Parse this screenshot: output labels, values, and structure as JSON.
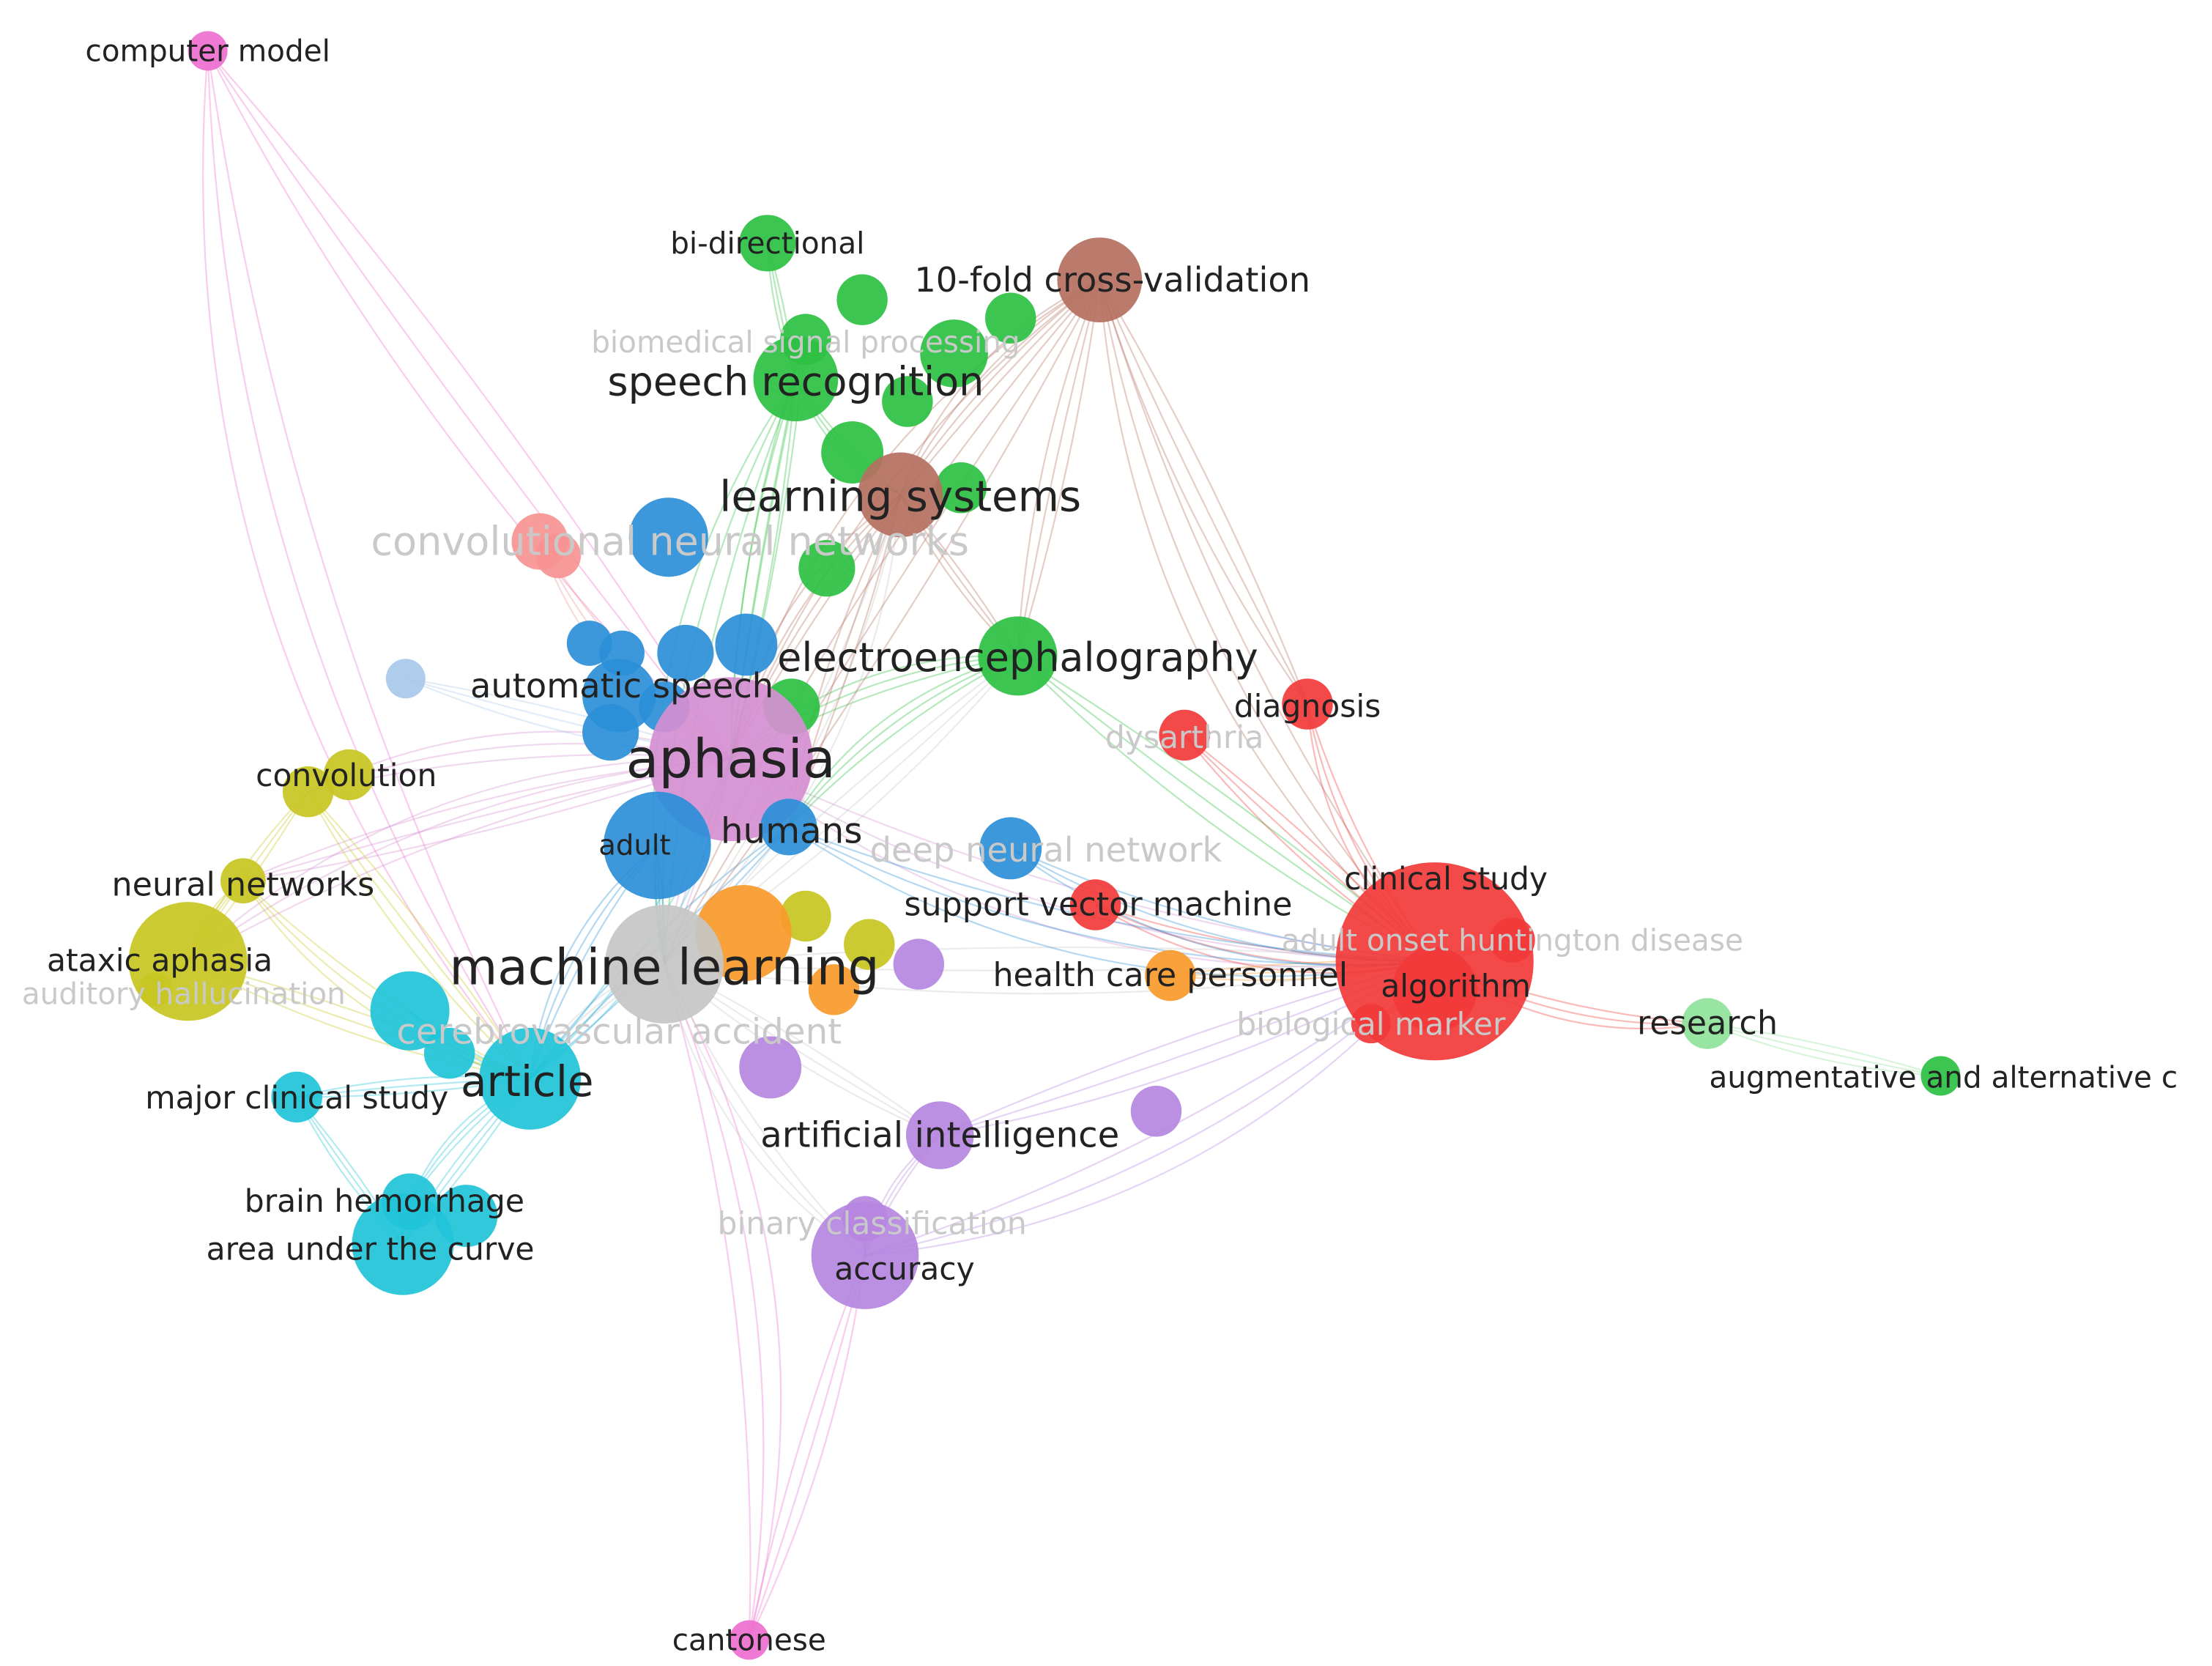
{
  "map": {
    "nodes": [
      {
        "label": "computer model",
        "cluster": "pink"
      },
      {
        "label": "bi-directional",
        "cluster": "green"
      },
      {
        "label": "10-fold cross-validation",
        "cluster": "brown"
      },
      {
        "label": "biomedical signal processing",
        "cluster": "green",
        "faded": true
      },
      {
        "label": "speech recognition",
        "cluster": "green"
      },
      {
        "label": "learning systems",
        "cluster": "brown"
      },
      {
        "label": "convolutional neural networks",
        "cluster": "salmon",
        "faded": true
      },
      {
        "label": "electroencephalography",
        "cluster": "green"
      },
      {
        "label": "automatic speech",
        "cluster": "lightblue"
      },
      {
        "label": "diagnosis",
        "cluster": "red"
      },
      {
        "label": "dysarthria",
        "cluster": "red",
        "faded": true
      },
      {
        "label": "aphasia",
        "cluster": "violet"
      },
      {
        "label": "convolution",
        "cluster": "olive"
      },
      {
        "label": "humans",
        "cluster": "blue"
      },
      {
        "label": "adult",
        "cluster": "blue"
      },
      {
        "label": "deep neural network",
        "cluster": "blue",
        "faded": true
      },
      {
        "label": "clinical study",
        "cluster": "red"
      },
      {
        "label": "neural networks",
        "cluster": "olive"
      },
      {
        "label": "support vector machine",
        "cluster": "red"
      },
      {
        "label": "adult onset huntington disease",
        "cluster": "red",
        "faded": true
      },
      {
        "label": "ataxic aphasia",
        "cluster": "olive"
      },
      {
        "label": "machine learning",
        "cluster": "grey"
      },
      {
        "label": "health care personnel",
        "cluster": "orange"
      },
      {
        "label": "algorithm",
        "cluster": "red"
      },
      {
        "label": "auditory hallucination",
        "cluster": "olive",
        "faded": true
      },
      {
        "label": "cerebrovascular accident",
        "cluster": "cyan",
        "faded": true
      },
      {
        "label": "biological marker",
        "cluster": "red",
        "faded": true
      },
      {
        "label": "research",
        "cluster": "lightgreen"
      },
      {
        "label": "article",
        "cluster": "cyan"
      },
      {
        "label": "augmentative and alternative c",
        "cluster": "green"
      },
      {
        "label": "major clinical study",
        "cluster": "cyan"
      },
      {
        "label": "artificial intelligence",
        "cluster": "purple"
      },
      {
        "label": "brain hemorrhage",
        "cluster": "cyan"
      },
      {
        "label": "binary classification",
        "cluster": "purple",
        "faded": true
      },
      {
        "label": "accuracy",
        "cluster": "purple"
      },
      {
        "label": "area under the curve",
        "cluster": "cyan"
      },
      {
        "label": "cantonese",
        "cluster": "pink"
      }
    ],
    "colors": {
      "pink": "#ee6fcf",
      "green": "#2cc043",
      "brown": "#b4705f",
      "salmon": "#f79393",
      "lightblue": "#a9c8ea",
      "red": "#f23a3a",
      "violet": "#d58fd1",
      "olive": "#c8c521",
      "blue": "#2b8fd8",
      "cyan": "#20c3d8",
      "grey": "#c6c6c6",
      "orange": "#f99a2b",
      "purple": "#b585df",
      "lightgreen": "#8fe29a"
    }
  }
}
